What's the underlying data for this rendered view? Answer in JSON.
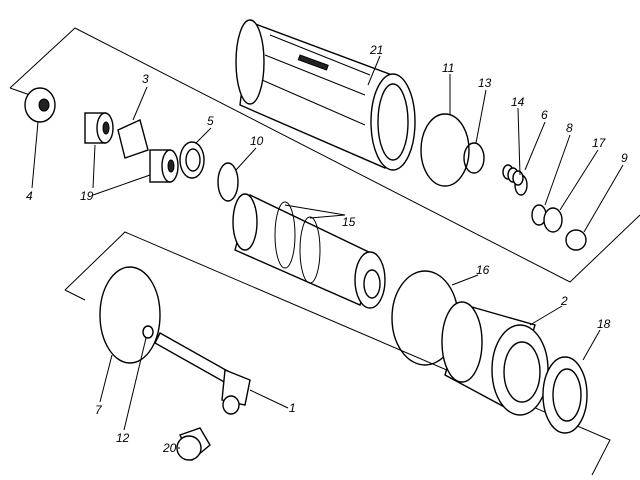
{
  "labels": {
    "l21": "21",
    "l11": "11",
    "l13": "13",
    "l14": "14",
    "l6": "6",
    "l8": "8",
    "l17": "17",
    "l9": "9",
    "l3": "3",
    "l5": "5",
    "l10": "10",
    "l4": "4",
    "l19": "19",
    "l15": "15",
    "l16": "16",
    "l2": "2",
    "l18": "18",
    "l7": "7",
    "l12": "12",
    "l1": "1",
    "l20": "20"
  }
}
